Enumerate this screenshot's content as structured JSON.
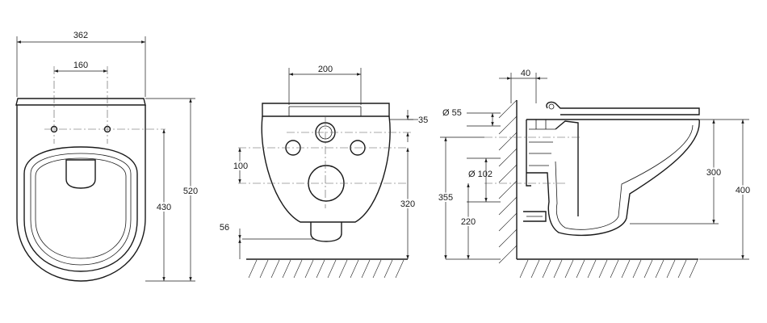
{
  "front_view": {
    "width_label": "362",
    "hole_spacing_label": "160",
    "total_length_label": "520",
    "hole_to_front_label": "430"
  },
  "rear_view": {
    "hole_spacing_label": "200",
    "top_offset_label": "35",
    "hole_offset_label": "100",
    "hole_height_label": "320",
    "outlet_label": "56"
  },
  "side_view": {
    "offset_label": "40",
    "bolt_diameter_label": "Ø 55",
    "outlet_diameter_label": "Ø 102",
    "inlet_height_label": "355",
    "outlet_height_label": "220",
    "bowl_depth_label": "300",
    "rim_height_label": "400"
  },
  "colors": {
    "line": "#1a1a1a",
    "background": "#ffffff"
  }
}
